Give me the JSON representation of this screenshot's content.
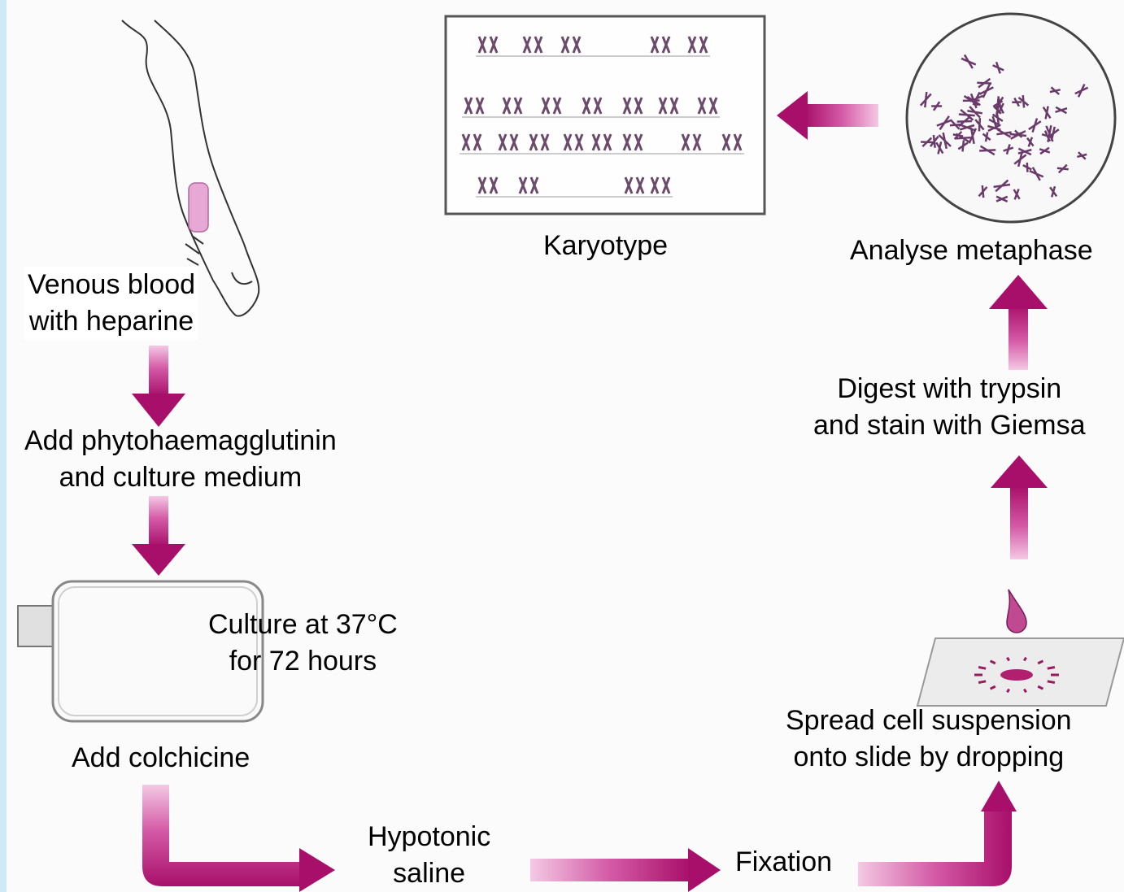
{
  "steps": {
    "venous_blood": [
      "Venous blood",
      "with heparine"
    ],
    "add_pha": [
      "Add phytohaemagglutinin",
      "and culture medium"
    ],
    "culture": [
      "Culture at 37°C",
      "for 72 hours"
    ],
    "add_colchicine": "Add colchicine",
    "hypotonic": [
      "Hypotonic",
      "saline"
    ],
    "fixation": "Fixation",
    "spread": [
      "Spread cell suspension",
      "onto slide by dropping"
    ],
    "digest": [
      "Digest with trypsin",
      "and stain with Giemsa"
    ],
    "analyse": "Analyse metaphase",
    "karyotype": "Karyotype"
  },
  "colors": {
    "arrow": "#b01470",
    "arrow_light": "#e9a3cf",
    "background": "#cfe9f8",
    "panel": "#fbfbfb"
  }
}
